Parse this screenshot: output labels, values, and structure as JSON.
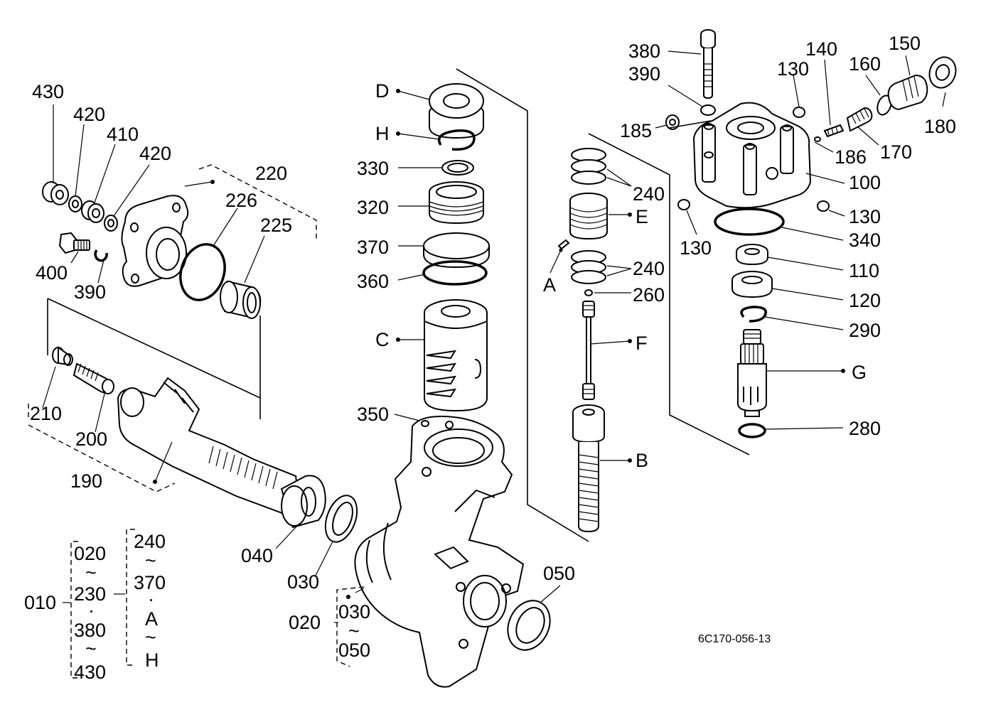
{
  "drawing_code": "6C170-056-13",
  "labels": {
    "p430": "430",
    "p420a": "420",
    "p410": "410",
    "p420b": "420",
    "p400": "400",
    "p390l": "390",
    "p220": "220",
    "p226": "226",
    "p225": "225",
    "p210": "210",
    "p200": "200",
    "p190": "190",
    "p040": "040",
    "p030": "030",
    "p020": "020",
    "p050": "050",
    "pD": "D",
    "pH": "H",
    "p330": "330",
    "p320": "320",
    "p370": "370",
    "p360": "360",
    "pC": "C",
    "p350": "350",
    "p240a": "240",
    "pE": "E",
    "pA": "A",
    "p240b": "240",
    "p260": "260",
    "pF": "F",
    "pB": "B",
    "p380": "380",
    "p390r": "390",
    "p130a": "130",
    "p140": "140",
    "p160": "160",
    "p150": "150",
    "p180": "180",
    "p185": "185",
    "p186": "186",
    "p170": "170",
    "p100": "100",
    "p130b": "130",
    "p130c": "130",
    "p340": "340",
    "p110": "110",
    "p120": "120",
    "p290": "290",
    "pG": "G",
    "p280": "280"
  },
  "legend": {
    "root": "010",
    "g1": [
      "020",
      "~",
      "230",
      "·",
      "380",
      "~",
      "430"
    ],
    "g2": [
      "240",
      "~",
      "370",
      "·",
      "A",
      "~",
      "H"
    ],
    "g3_root": "020",
    "g3": [
      "030",
      "~",
      "050"
    ]
  }
}
